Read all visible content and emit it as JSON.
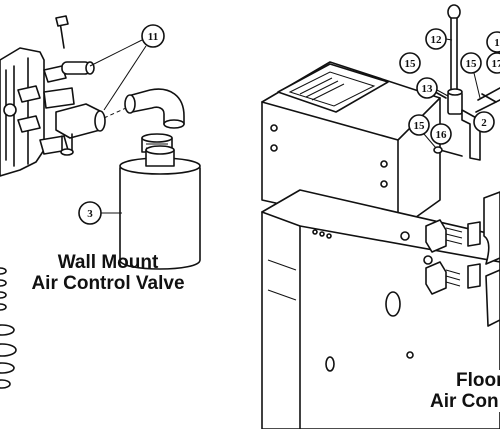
{
  "captions": {
    "wall_line1": "Wall Mount",
    "wall_line2": "Air Control Valve",
    "floor_line1": "Floor",
    "floor_line2": "Air Con"
  },
  "callouts": {
    "c11": "11",
    "c3": "3",
    "c12": "12",
    "c13": "13",
    "c15a": "15",
    "c15b": "15",
    "c15c": "15",
    "c16": "16",
    "c2": "2",
    "c17": "17",
    "c1": "1"
  }
}
